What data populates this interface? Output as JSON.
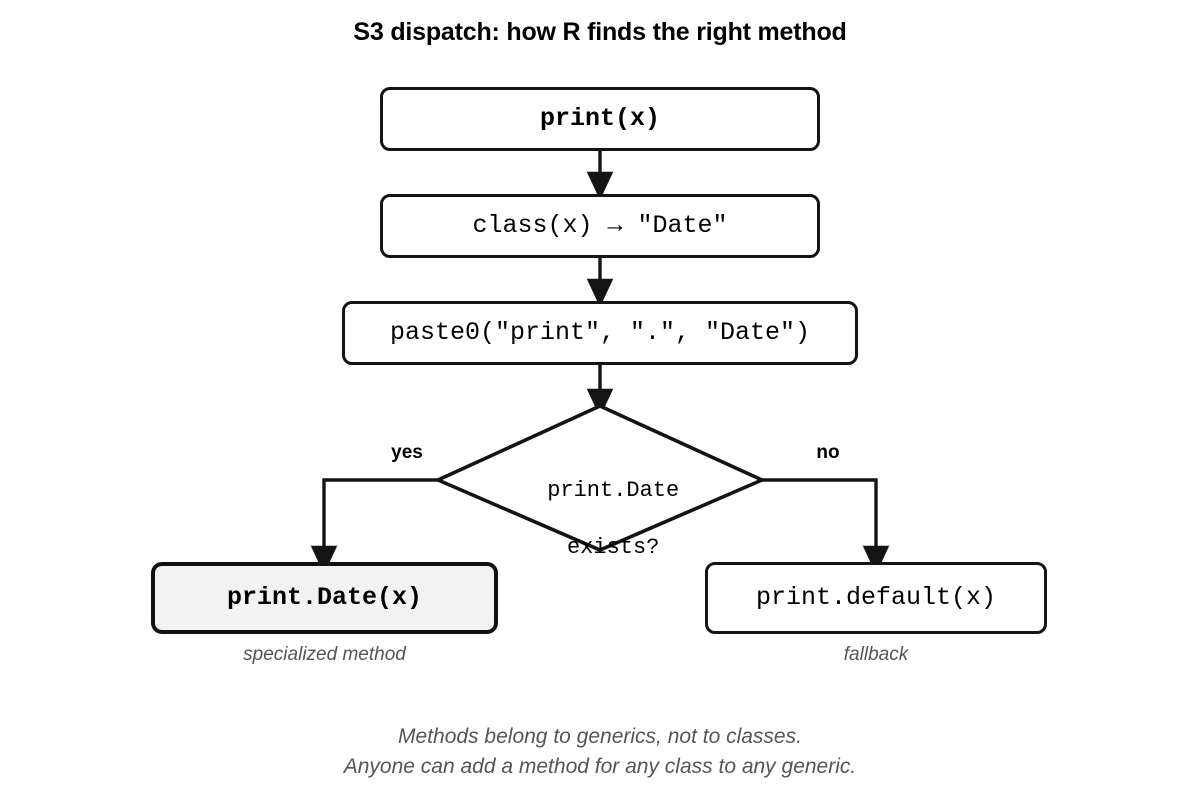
{
  "title": "S3 dispatch: how R finds the right method",
  "nodes": {
    "call": "print(x)",
    "class_lookup": "class(x) → \"Date\"",
    "paste": "paste0(\"print\", \".\", \"Date\")",
    "decision_line1": "print.Date",
    "decision_line2": "exists?",
    "yes_result": "print.Date(x)",
    "no_result": "print.default(x)"
  },
  "branch_labels": {
    "yes": "yes",
    "no": "no"
  },
  "captions": {
    "yes_caption": "specialized method",
    "no_caption": "fallback"
  },
  "footer": {
    "line1": "Methods belong to generics, not to classes.",
    "line2": "Anyone can add a method for any class to any generic."
  },
  "colors": {
    "stroke": "#141414",
    "highlight_fill": "#f2f2f2",
    "node_fill": "#ffffff",
    "caption_text": "#555555",
    "background": "#ffffff"
  }
}
